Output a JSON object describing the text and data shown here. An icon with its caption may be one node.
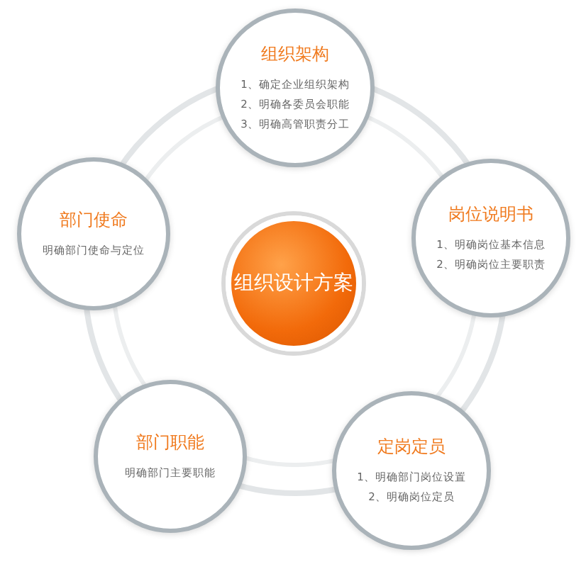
{
  "diagram": {
    "nodes": [
      {
        "text": [
          "组织架构",
          "1、确定企业组织架构",
          "2、明确各委员会职能",
          "3、明确高管职责分工"
        ]
      },
      {
        "text": [
          "部门使命",
          "明确部门使命与定位"
        ]
      },
      {
        "text": [
          "岗位说明书",
          "1、明确岗位基本信息",
          "2、明确岗位主要职责"
        ]
      },
      {
        "text": [
          "组织设计方案"
        ]
      },
      {
        "text": [
          "部门职能",
          "明确部门主要职能"
        ]
      },
      {
        "text": [
          "定岗定员",
          "1、明确部门岗位设置",
          "2、明确岗位定员"
        ]
      }
    ]
  }
}
